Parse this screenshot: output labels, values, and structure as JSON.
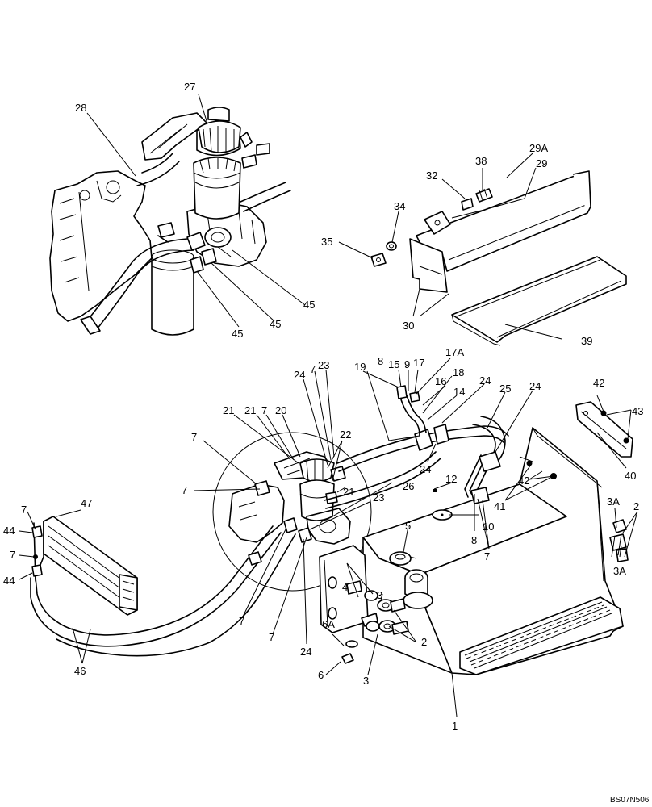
{
  "drawing_code": "BS07N506",
  "callouts": {
    "c27": "27",
    "c28": "28",
    "c29A": "29A",
    "c29": "29",
    "c32": "32",
    "c38": "38",
    "c34": "34",
    "c35": "35",
    "c30": "30",
    "c39": "39",
    "c45a": "45",
    "c45b": "45",
    "c45c": "45",
    "c24a": "24",
    "c7a": "7",
    "c23a": "23",
    "c19": "19",
    "c8a": "8",
    "c15": "15",
    "c9": "9",
    "c17": "17",
    "c17A": "17A",
    "c16": "16",
    "c18": "18",
    "c24b": "24",
    "c14": "14",
    "c25": "25",
    "c24c": "24",
    "c21a": "21",
    "c21b": "21",
    "c7b": "7",
    "c20": "20",
    "c22": "22",
    "c7c": "7",
    "c7d": "7",
    "c21c": "21",
    "c26": "26",
    "c24d": "24",
    "c12": "12",
    "c42a": "42",
    "c43": "43",
    "c40": "40",
    "c42b": "42",
    "c41": "41",
    "c3Aa": "3A",
    "c2a": "2",
    "c3Ab": "3A",
    "c47": "47",
    "c7e": "7",
    "c44a": "44",
    "c7f": "7",
    "c44b": "44",
    "c46": "46",
    "c23b": "23",
    "c5": "5",
    "c10": "10",
    "c8b": "8",
    "c7g": "7",
    "c3a": "3",
    "c4": "4",
    "c2b": "2",
    "c6A": "6A",
    "c6": "6",
    "c3b": "3",
    "c7h": "7",
    "c7i": "7",
    "c24e": "24",
    "c1": "1"
  }
}
